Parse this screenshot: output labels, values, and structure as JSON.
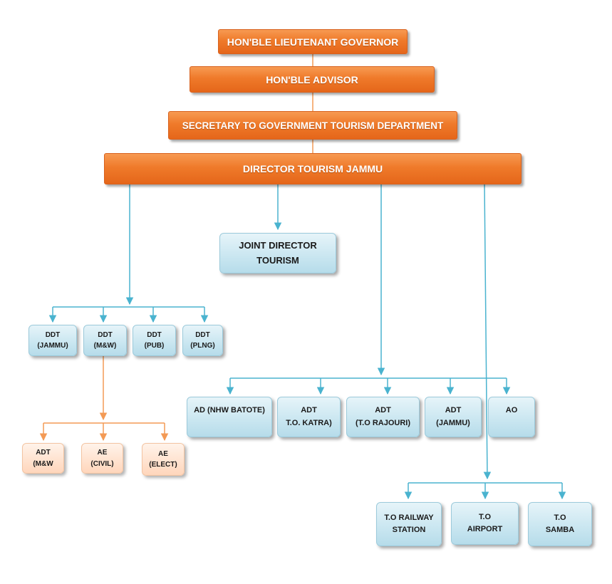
{
  "colors": {
    "orange_box": "#ef7a2a",
    "blue_box": "#cbe7f1",
    "peach_box": "#ffe3d0",
    "blue_line": "#4ab3cf",
    "orange_line": "#f39a55"
  },
  "nodes": {
    "governor": "HON'BLE LIEUTENANT GOVERNOR",
    "advisor": "HON'BLE ADVISOR",
    "secretary": "SECRETARY TO GOVERNMENT TOURISM DEPARTMENT",
    "director": "DIRECTOR TOURISM JAMMU",
    "joint_director": "JOINT DIRECTOR\nTOURISM",
    "ddt_jammu": "DDT\n(JAMMU)",
    "ddt_mw": "DDT\n(M&W)",
    "ddt_pub": "DDT\n(PUB)",
    "ddt_plng": "DDT\n(PLNG)",
    "adt_mw": "ADT\n(M&W",
    "ae_civil": "AE\n(CIVIL)",
    "ae_elect": "AE\n(ELECT)",
    "ad_nhw": "AD (NHW BATOTE)",
    "adt_katra": "ADT\nT.O. KATRA)",
    "adt_rajouri": "ADT\n(T.O RAJOURI)",
    "adt_jammu": "ADT\n(JAMMU)",
    "ao": "AO",
    "to_railway": "T.O RAILWAY\nSTATION",
    "to_airport": "T.O\nAIRPORT",
    "to_samba": "T.O\nSAMBA"
  }
}
